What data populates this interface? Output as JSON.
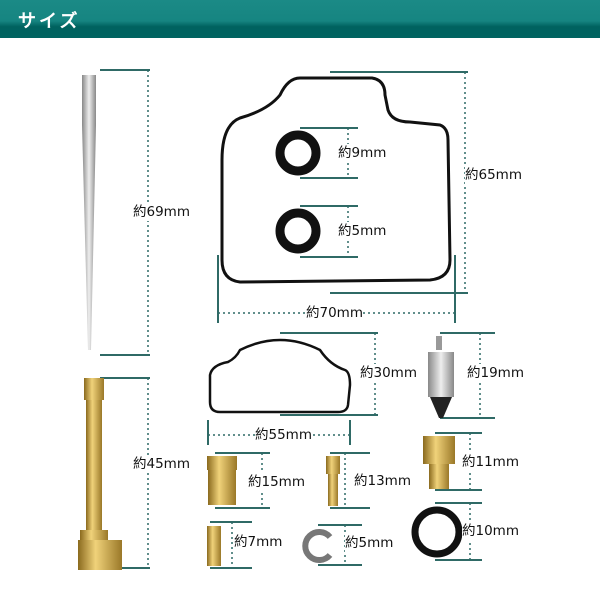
{
  "header": {
    "title": "サイズ"
  },
  "colors": {
    "header": "#168581",
    "dimension_line": "#2f6a66",
    "brass": "#c9a548",
    "rubber": "#111111",
    "steel": "#b8b8b8"
  },
  "parts": [
    {
      "name": "jet-needle",
      "size": "約69mm"
    },
    {
      "name": "float-bowl-gasket",
      "height": "約65mm",
      "width": "約70mm"
    },
    {
      "name": "o-ring-large",
      "size": "約9mm"
    },
    {
      "name": "o-ring-small",
      "size": "約5mm"
    },
    {
      "name": "small-gasket",
      "height": "約30mm",
      "width": "約55mm"
    },
    {
      "name": "float-valve-needle",
      "size": "約19mm"
    },
    {
      "name": "needle-jet",
      "size": "約45mm"
    },
    {
      "name": "main-jet",
      "size": "約15mm"
    },
    {
      "name": "pilot-jet",
      "size": "約13mm"
    },
    {
      "name": "hex-jet",
      "size": "約11mm"
    },
    {
      "name": "small-jet",
      "size": "約7mm"
    },
    {
      "name": "e-clip",
      "size": "約5mm"
    },
    {
      "name": "o-ring-10",
      "size": "約10mm"
    }
  ]
}
